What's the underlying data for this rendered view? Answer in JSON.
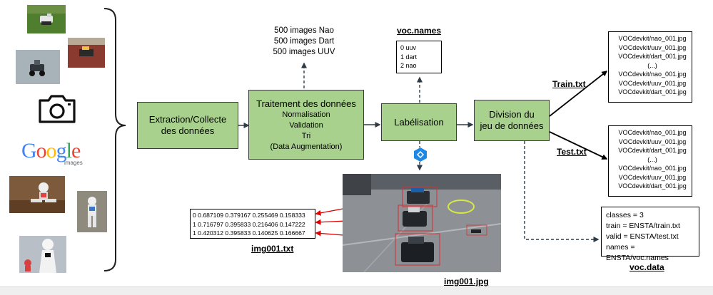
{
  "source_text": {
    "google_letters": [
      "G",
      "o",
      "o",
      "g",
      "l",
      "e"
    ],
    "google_colors": [
      "#4285f4",
      "#ea4335",
      "#fbbc05",
      "#4285f4",
      "#34a853",
      "#ea4335"
    ],
    "google_sub": "images"
  },
  "boxes": {
    "extraction": [
      "Extraction/Collecte",
      "des données"
    ],
    "traitement_title": "Traitement des données",
    "traitement_lines": [
      "Normalisation",
      "Validation",
      "Tri",
      "(Data Augmentation)"
    ],
    "labelisation": "Labélisation",
    "division": [
      "Division du",
      "jeu de données"
    ]
  },
  "counts": [
    "500 images Nao",
    "500 images Dart",
    "500 images UUV"
  ],
  "voc_names": {
    "title": "voc.names",
    "lines": [
      "0 uuv",
      "1 dart",
      "2 nao"
    ]
  },
  "train": {
    "title": "Train.txt",
    "lines": [
      "VOCdevkit/nao_001.jpg",
      "VOCdevkit/uuv_001.jpg",
      "VOCdevkit/dart_001.jpg",
      "(...)",
      "VOCdevkit/nao_001.jpg",
      "VOCdevkit/uuv_001.jpg",
      "VOCdevkit/dart_001.jpg"
    ]
  },
  "test": {
    "title": "Test.txt",
    "lines": [
      "VOCdevkit/nao_001.jpg",
      "VOCdevkit/uuv_001.jpg",
      "VOCdevkit/dart_001.jpg",
      "(...)",
      "VOCdevkit/nao_001.jpg",
      "VOCdevkit/uuv_001.jpg",
      "VOCdevkit/dart_001.jpg"
    ]
  },
  "voc_data": {
    "title": "voc.data",
    "lines": [
      "classes = 3",
      "train = ENSTA/train.txt",
      "valid = ENSTA/test.txt",
      "names = ENSTA/voc.names"
    ]
  },
  "img_txt": {
    "title": "img001.txt",
    "lines": [
      "0 0.687109 0.379167 0.255469 0.158333",
      "1 0.716797 0.395833 0.216406 0.147222",
      "1 0.420312 0.395833 0.140625 0.166667"
    ]
  },
  "img_jpg": {
    "title": "img001.jpg"
  },
  "colors": {
    "box_fill": "#a9d18e",
    "arrow_dark": "#2f3b45",
    "arrow_red": "#e00000",
    "bbox_red": "#d43030",
    "labelimg_blue": "#1e88e5"
  }
}
